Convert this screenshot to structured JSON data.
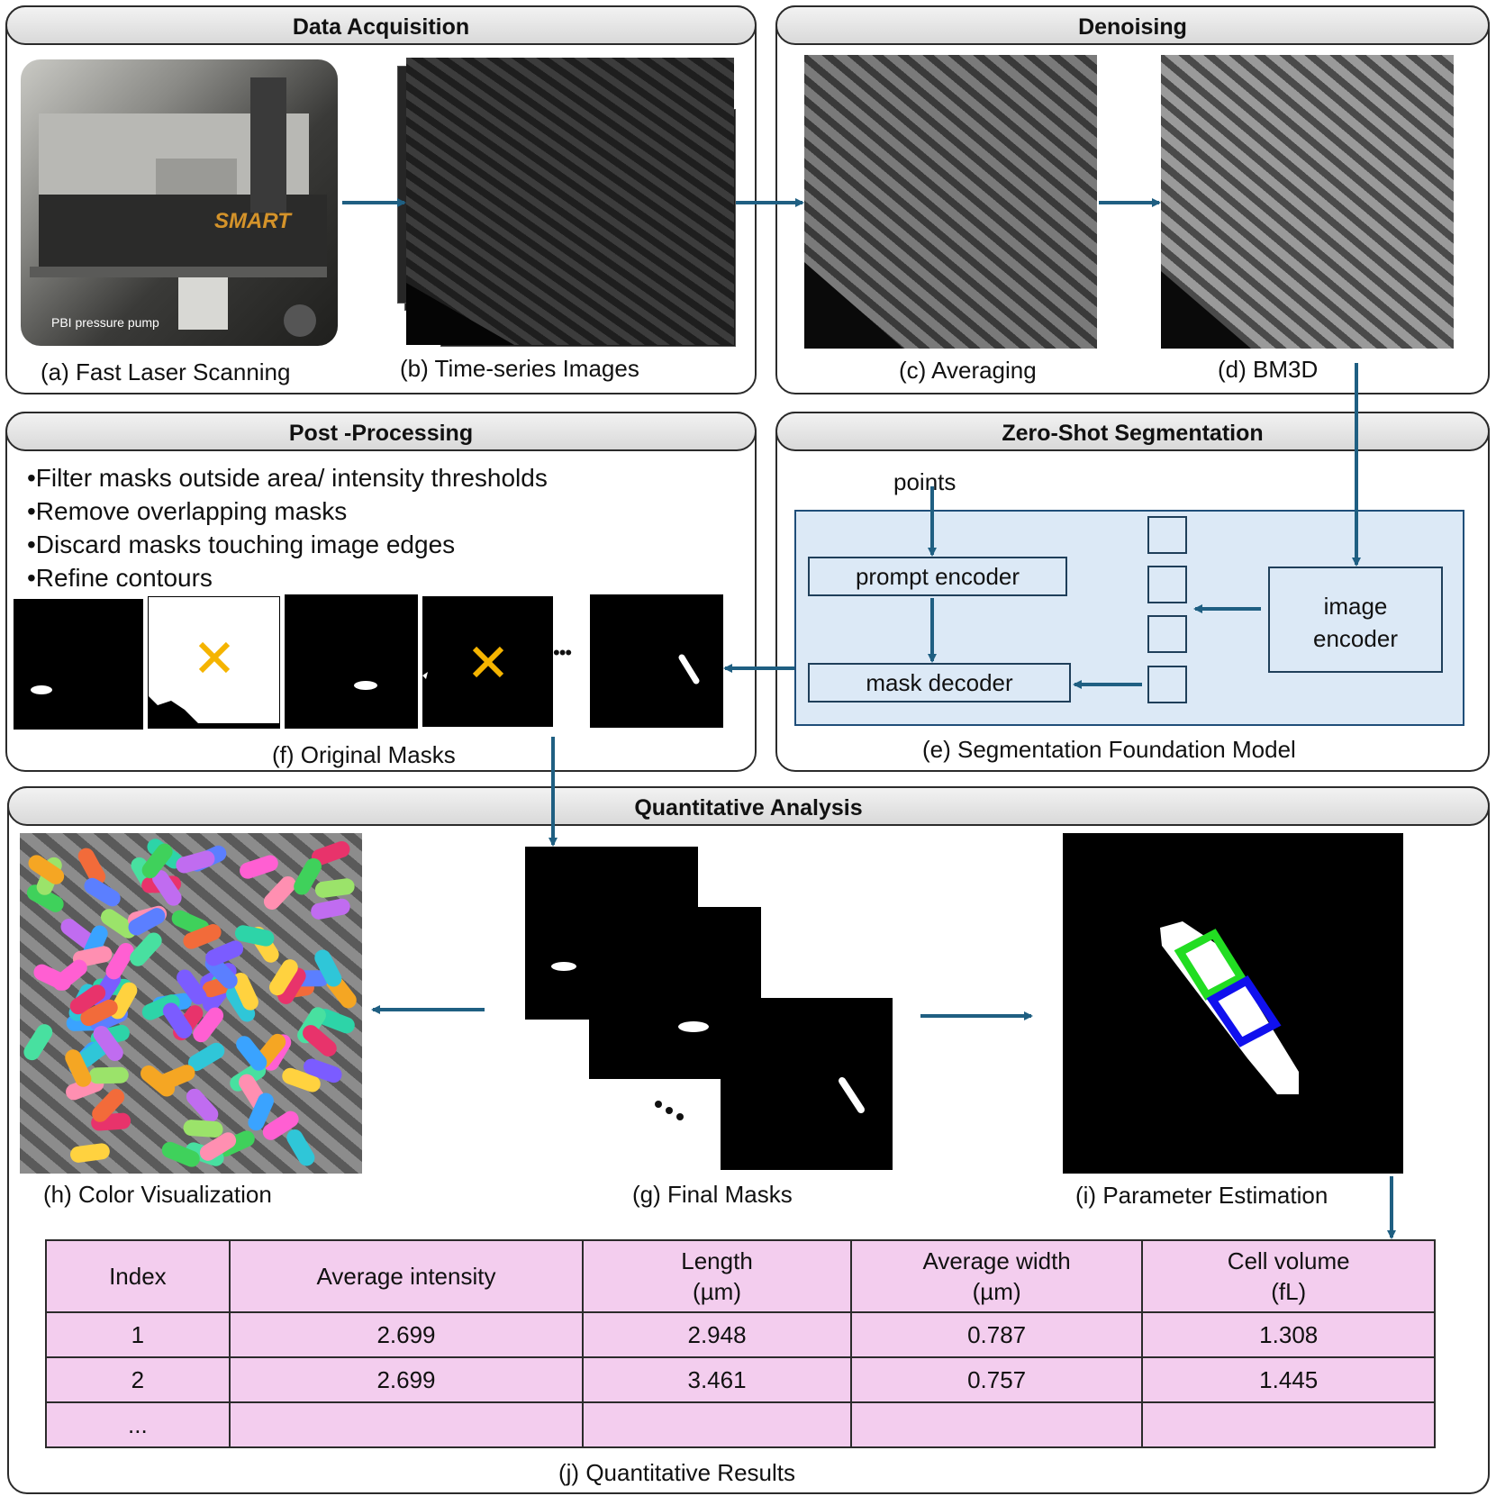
{
  "panels": {
    "acquisition": "Data Acquisition",
    "denoising": "Denoising",
    "postprocessing": "Post -Processing",
    "segmentation": "Zero-Shot Segmentation",
    "analysis": "Quantitative Analysis"
  },
  "captions": {
    "a": "(a) Fast Laser Scanning",
    "b": "(b) Time-series Images",
    "c": "(c) Averaging",
    "d": "(d) BM3D",
    "e": "(e) Segmentation Foundation Model",
    "f": "(f) Original Masks",
    "g": "(g) Final Masks",
    "h": "(h) Color Visualization",
    "i": "(i) Parameter Estimation",
    "j": "(j) Quantitative Results"
  },
  "photo": {
    "label": "PBI pressure pump",
    "brand": "SMART"
  },
  "postprocessing_steps": [
    "•Filter masks outside  area/ intensity thresholds",
    "•Remove overlapping masks",
    "•Discard masks touching image edges",
    "•Refine contours"
  ],
  "model": {
    "points_label": "points",
    "prompt_encoder": "prompt encoder",
    "mask_decoder": "mask decoder",
    "image_encoder_line1": "image",
    "image_encoder_line2": "encoder"
  },
  "ellipsis": "•••",
  "table": {
    "headers": [
      [
        "Index",
        ""
      ],
      [
        "Average intensity",
        ""
      ],
      [
        "Length",
        "(µm)"
      ],
      [
        "Average width",
        "(µm)"
      ],
      [
        "Cell volume",
        "(fL)"
      ]
    ],
    "rows": [
      [
        "1",
        "2.699",
        "2.948",
        "0.787",
        "1.308"
      ],
      [
        "2",
        "2.699",
        "3.461",
        "0.757",
        "1.445"
      ],
      [
        "...",
        "",
        "",
        "",
        ""
      ]
    ]
  },
  "colors": {
    "arrow": "#1f5f82",
    "model_bg": "#dce9f6",
    "table_bg": "#f3cdee",
    "reject_mark": "#f5b400",
    "box_green": "#22dd22",
    "box_blue": "#1010ee"
  }
}
